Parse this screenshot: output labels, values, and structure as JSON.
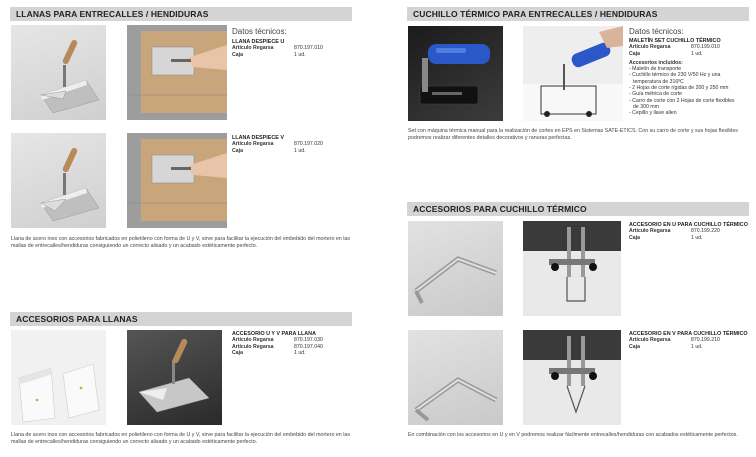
{
  "llanas": {
    "title": "LLANAS PARA ENTRECALLES / HENDIDURAS",
    "datos_label": "Datos técnicos:",
    "u": {
      "name": "LLANA DESPIECE U",
      "ref_label": "Artículo Regarsa",
      "ref": "870.197.010",
      "caja_label": "Caja",
      "caja": "1 ud."
    },
    "v": {
      "name": "LLANA DESPIECE V",
      "ref_label": "Artículo Regarsa",
      "ref": "870.197.020",
      "caja_label": "Caja",
      "caja": "1 ud."
    },
    "desc": "Llana de acero inox con accesorios fabricados en polietileno con forma de U y V, sirve para facilitar la ejecución del embebido del mortero en las mallas de entrecalles/hendiduras consiguiendo un correcto alisado y un acabado estéticamente perfecto."
  },
  "acc_llanas": {
    "title": "ACCESORIOS PARA LLANAS",
    "name": "ACCESORIO U Y V PARA LLANA",
    "ref_label": "Artículo Regarsa",
    "ref1": "870.197.030",
    "ref2": "870.197.040",
    "caja_label": "Caja",
    "caja": "1 ud.",
    "desc": "Llana de acero inox con accesorios fabricados en polietileno con forma de U y V, sirve para facilitar la ejecución del embebido del mortero en las mallas de entrecalles/hendiduras consiguiendo un correcto alisado y un acabado estéticamente perfecto."
  },
  "cuchillo": {
    "title": "CUCHILLO TÉRMICO PARA ENTRECALLES / HENDIDURAS",
    "datos_label": "Datos técnicos:",
    "name": "MALETÍN SET CUCHILLO TÉRMICO",
    "ref_label": "Artículo Regarsa",
    "ref": "870.199.010",
    "caja_label": "Caja",
    "caja": "1 ud.",
    "acc_title": "Accesorios incluidos:",
    "acc": [
      "- Maletín de transporte",
      "- Cuchillo térmico de 230 V/50 Hz y una",
      "  temperatura de 316ºC",
      "- 2 Hojas de corte rígidas de 200 y 250 mm",
      "- Guía métrica de corte",
      "- Carro de corte con 2 Hojas de corte flexibles",
      "  de 300 mm",
      "- Cepillo y llave allen"
    ],
    "desc": "Set con máquina térmica manual para la realización de cortes en EPS en Sistemas SATE-ETICS. Con su carro de corte y sus hojas flexibles podremos realizar diferentes detalles decorativos y ranuras perfectas."
  },
  "acc_cuchillo": {
    "title": "ACCESORIOS PARA CUCHILLO TÉRMICO",
    "u": {
      "name": "ACCESORIO EN U PARA CUCHILLO TÉRMICO",
      "ref_label": "Artículo Regarsa",
      "ref": "870.199.220",
      "caja_label": "Caja",
      "caja": "1 ud."
    },
    "v": {
      "name": "ACCESORIO EN V PARA CUCHILLO TÉRMICO",
      "ref_label": "Artículo Regarsa",
      "ref": "870.199.210",
      "caja_label": "Caja",
      "caja": "1 ud."
    },
    "desc": "En combinación con los accesorios en U y en V podremos realizar fácilmente entrecalles/hendiduras con acabados estéticamente perfectos."
  }
}
